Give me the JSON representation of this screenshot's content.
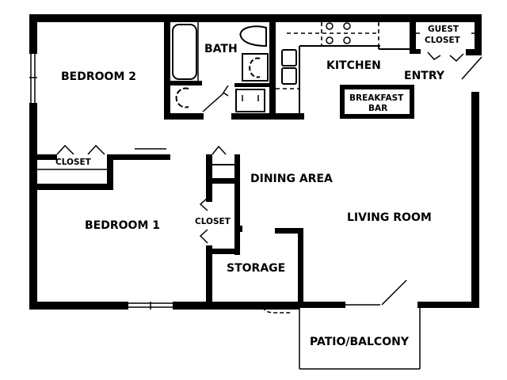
{
  "floor_plan": {
    "rooms": {
      "bedroom_2": "BEDROOM 2",
      "bath": "BATH",
      "kitchen": "KITCHEN",
      "guest_closet_line1": "GUEST",
      "guest_closet_line2": "CLOSET",
      "entry": "ENTRY",
      "breakfast_bar_line1": "BREAKFAST",
      "breakfast_bar_line2": "BAR",
      "closet_bedroom2": "CLOSET",
      "dining_area": "DINING AREA",
      "bedroom_1": "BEDROOM 1",
      "closet_bedroom1": "CLOSET",
      "living_room": "LIVING ROOM",
      "storage": "STORAGE",
      "patio_balcony": "PATIO/BALCONY"
    },
    "colors": {
      "wall": "#000000",
      "background": "#ffffff"
    }
  }
}
